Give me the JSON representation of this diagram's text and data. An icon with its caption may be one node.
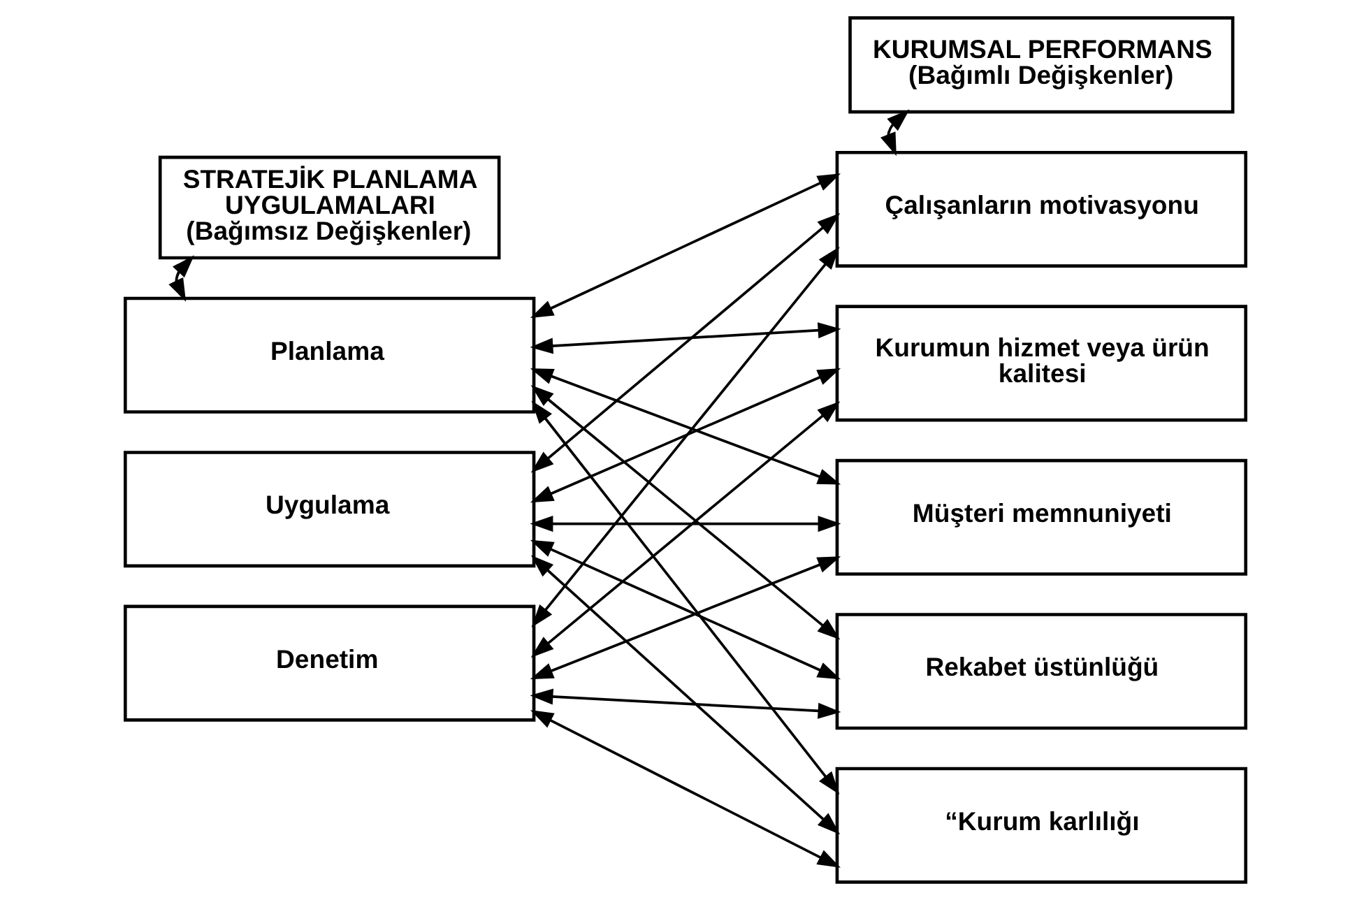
{
  "diagram": {
    "nodes": [
      {
        "text": [
          "STRATEJİK PLANLAMA UYGULAMALARI",
          "(Bağımsız Değişkenler)"
        ]
      },
      {
        "text": [
          "KURUMSAL PERFORMANS",
          "(Bağımlı Değişkenler)"
        ]
      },
      {
        "text": [
          "Planlama"
        ]
      },
      {
        "text": [
          "Uygulama"
        ]
      },
      {
        "text": [
          "Denetim"
        ]
      },
      {
        "text": [
          "Çalışanların motivasyonu"
        ]
      },
      {
        "text": [
          "Kurumun hizmet veya ürün kalitesi"
        ]
      },
      {
        "text": [
          "Müşteri memnuniyeti"
        ]
      },
      {
        "text": [
          "Rekabet üstünlüğü"
        ]
      },
      {
        "text": [
          "“Kurum karlılığı"
        ]
      }
    ],
    "edges": [
      {
        "from": 0,
        "to": 2,
        "arrow": "both"
      },
      {
        "from": 1,
        "to": 5,
        "arrow": "both"
      },
      {
        "from": 2,
        "to": 5,
        "arrow": "both"
      },
      {
        "from": 2,
        "to": 6,
        "arrow": "both"
      },
      {
        "from": 2,
        "to": 7,
        "arrow": "both"
      },
      {
        "from": 2,
        "to": 8,
        "arrow": "both"
      },
      {
        "from": 2,
        "to": 9,
        "arrow": "both"
      },
      {
        "from": 3,
        "to": 5,
        "arrow": "both"
      },
      {
        "from": 3,
        "to": 6,
        "arrow": "both"
      },
      {
        "from": 3,
        "to": 7,
        "arrow": "both"
      },
      {
        "from": 3,
        "to": 8,
        "arrow": "both"
      },
      {
        "from": 3,
        "to": 9,
        "arrow": "both"
      },
      {
        "from": 4,
        "to": 5,
        "arrow": "both"
      },
      {
        "from": 4,
        "to": 6,
        "arrow": "both"
      },
      {
        "from": 4,
        "to": 7,
        "arrow": "both"
      },
      {
        "from": 4,
        "to": 8,
        "arrow": "both"
      },
      {
        "from": 4,
        "to": 9,
        "arrow": "both"
      }
    ]
  }
}
